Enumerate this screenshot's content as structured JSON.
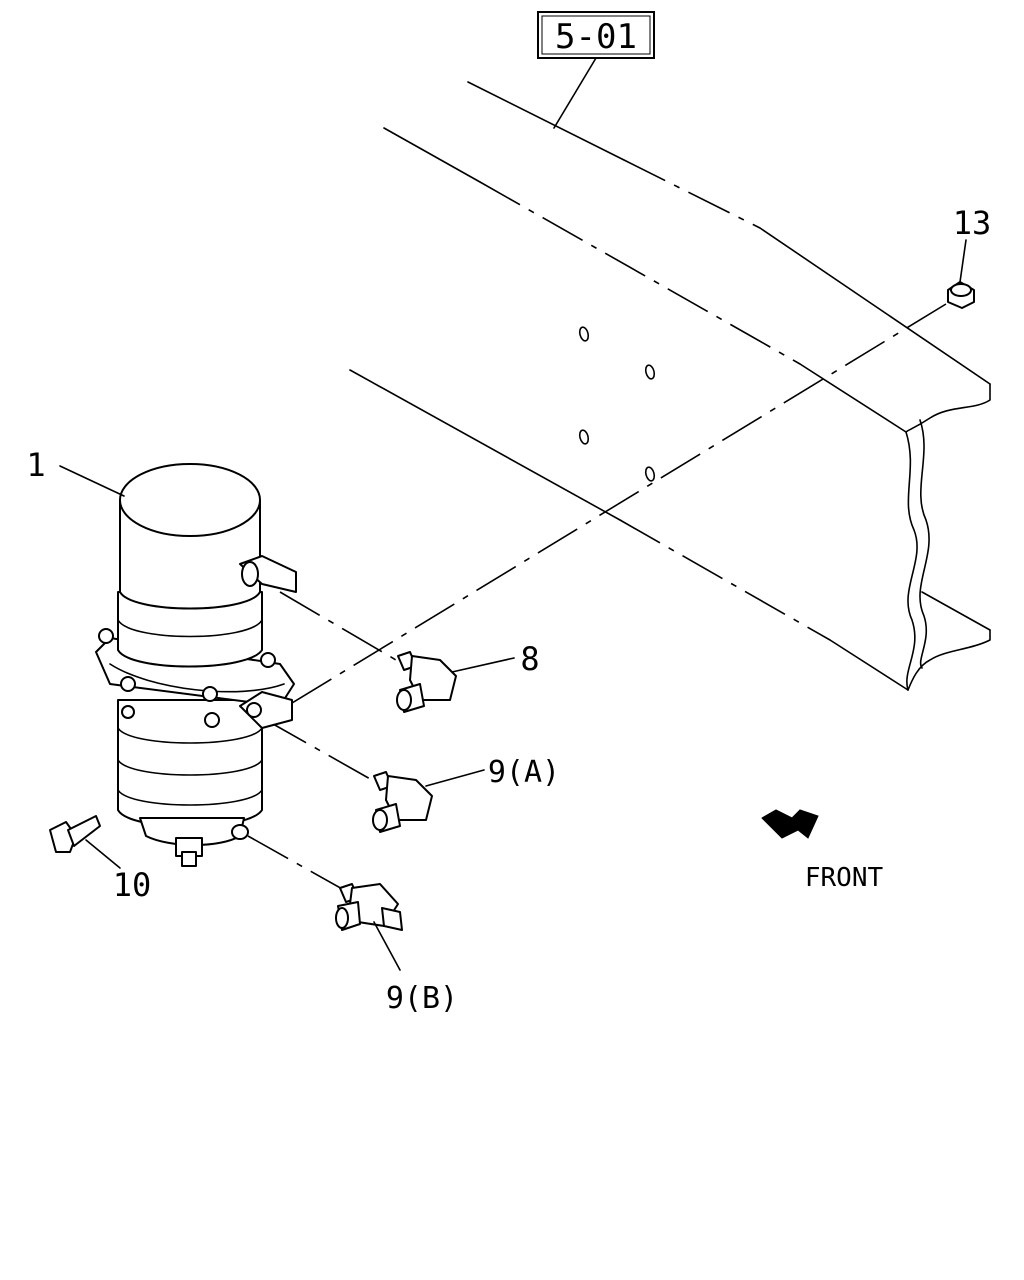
{
  "reference_box": {
    "label": "5-01"
  },
  "callouts": [
    {
      "id": "part-1",
      "label": "1"
    },
    {
      "id": "part-8",
      "label": "8"
    },
    {
      "id": "part-9a",
      "label": "9(A)"
    },
    {
      "id": "part-9b",
      "label": "9(B)"
    },
    {
      "id": "part-10",
      "label": "10"
    },
    {
      "id": "part-13",
      "label": "13"
    }
  ],
  "direction": {
    "label": "FRONT",
    "icon": "front-arrow-icon"
  }
}
